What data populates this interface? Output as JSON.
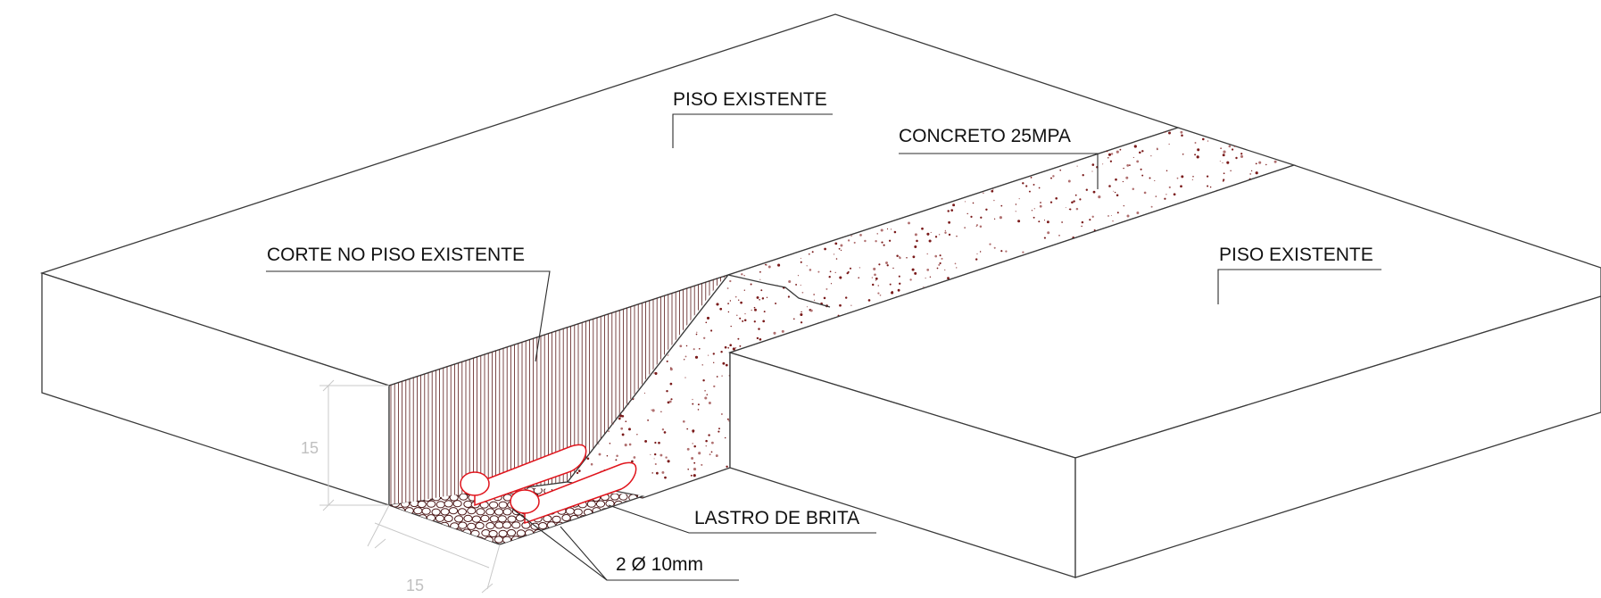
{
  "labels": {
    "floor_left": "PISO EXISTENTE",
    "floor_right": "PISO EXISTENTE",
    "concrete": "CONCRETO 25MPA",
    "cut": "CORTE NO PISO EXISTENTE",
    "gravel": "LASTRO DE BRITA",
    "pipes": "2 Ø 10mm"
  },
  "dimensions": {
    "depth": "15",
    "width": "15"
  },
  "colors": {
    "line": "#3a3a3a",
    "speckle": "#7a1a1a",
    "pipe_outline": "#e0141c",
    "dimension": "#c8c8c8"
  }
}
